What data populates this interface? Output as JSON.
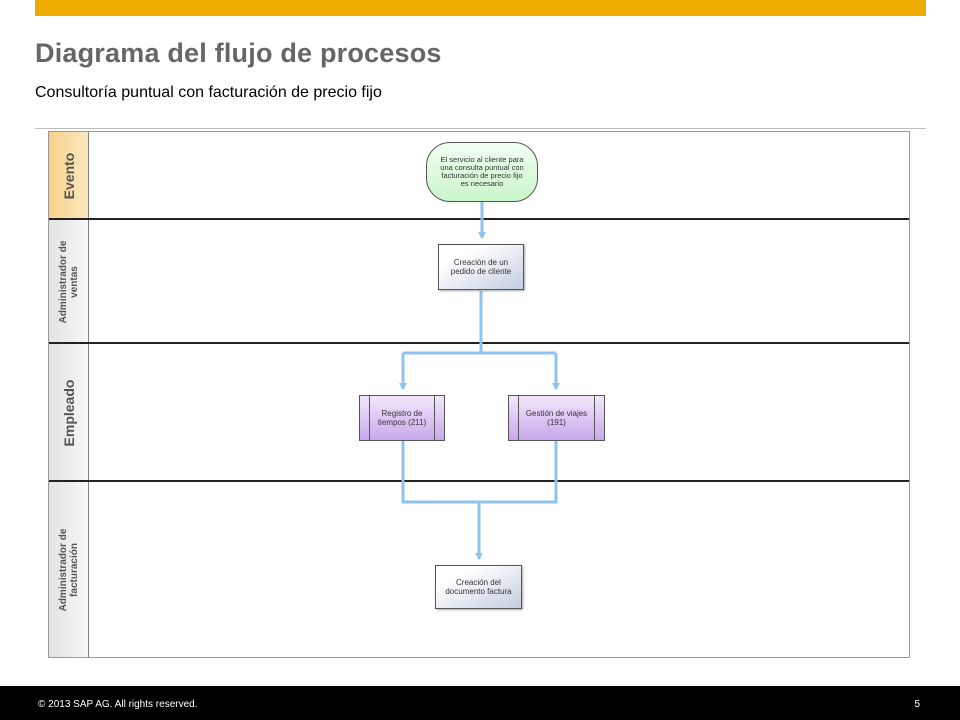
{
  "header": {
    "title": "Diagrama del flujo de procesos",
    "subtitle": "Consultoría puntual con facturación de precio fijo"
  },
  "lanes": [
    {
      "label": "Evento"
    },
    {
      "label": "Administrador de ventas"
    },
    {
      "label": "Empleado"
    },
    {
      "label": "Administrador de facturación"
    }
  ],
  "nodes": {
    "event": "El servicio al cliente para una consulta puntual con facturación de precio fijo es necesario",
    "sales_order": "Creación de un pedido de cliente",
    "time_recording": "Registro de tiempos (211)",
    "travel_mgmt": "Gestión de viajes (191)",
    "invoice": "Creación del documento factura"
  },
  "footer": {
    "copyright": "© 2013 SAP AG. All rights reserved.",
    "page": "5"
  },
  "colors": {
    "accent_bar": "#f0ab00",
    "connector": "#8fc3ef",
    "event_fill": "#c9f5c9",
    "subprocess_fill": "#c8a8ec",
    "task_fill": "#c3cde0"
  }
}
